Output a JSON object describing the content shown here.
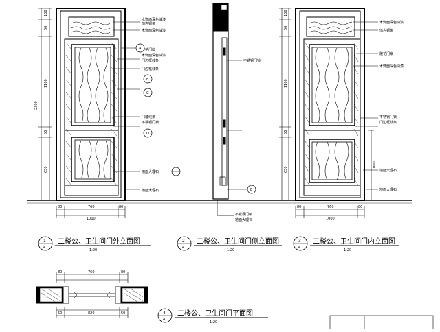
{
  "drawing": {
    "line_color": "#000000",
    "background": "#ffffff"
  },
  "titles": [
    {
      "number": "1",
      "sheet": "4",
      "text": "二楼公、卫生间门外立面图",
      "scale": "1:20"
    },
    {
      "number": "2",
      "sheet": "4",
      "text": "二楼公、卫生间门侧立面图",
      "scale": "1:20"
    },
    {
      "number": "3",
      "sheet": "4",
      "text": "二楼公、卫生间门内立面图",
      "scale": "1:20"
    },
    {
      "number": "4",
      "sheet": "4",
      "text": "二楼公、卫生间门平面图",
      "scale": "1:20"
    }
  ],
  "callouts": {
    "exterior": [
      "木饰面深色油漆",
      "仿古铜条",
      "木饰面深色油漆",
      "雕花门扇",
      "木饰面深色油漆",
      "门边框线条",
      "门边框线条",
      "门套线条",
      "不锈钢门锁",
      "墙面大理石",
      "地面大理石"
    ],
    "side": [
      "不锈钢门锁",
      "不锈钢门吸",
      "地面大理石"
    ],
    "interior": [
      "木饰面深色油漆",
      "仿古铜条",
      "雕花门扇",
      "木饰面深色油漆",
      "不锈钢门锁",
      "门边框线条",
      "墙面大理石",
      "地面大理石"
    ]
  },
  "dimensions": {
    "exterior_total_height": "2300",
    "exterior_segments": [
      "150",
      "50",
      "1100",
      "50",
      "650"
    ],
    "exterior_bottom": [
      "80",
      "760",
      "80"
    ],
    "exterior_width_total": "1000",
    "interior_segments": [
      "150",
      "50",
      "1100",
      "50",
      "650"
    ],
    "interior_bottom": [
      "80",
      "760",
      "80"
    ],
    "interior_width_total": "1000",
    "plan_top": [
      "80",
      "760",
      "80"
    ],
    "plan_bottom": [
      "50",
      "820",
      "50"
    ]
  },
  "bubbles": {
    "exterior": [
      "A",
      "B",
      "C",
      "D"
    ],
    "side": [
      "E"
    ]
  },
  "marks": {
    "lock_height": "1000"
  }
}
